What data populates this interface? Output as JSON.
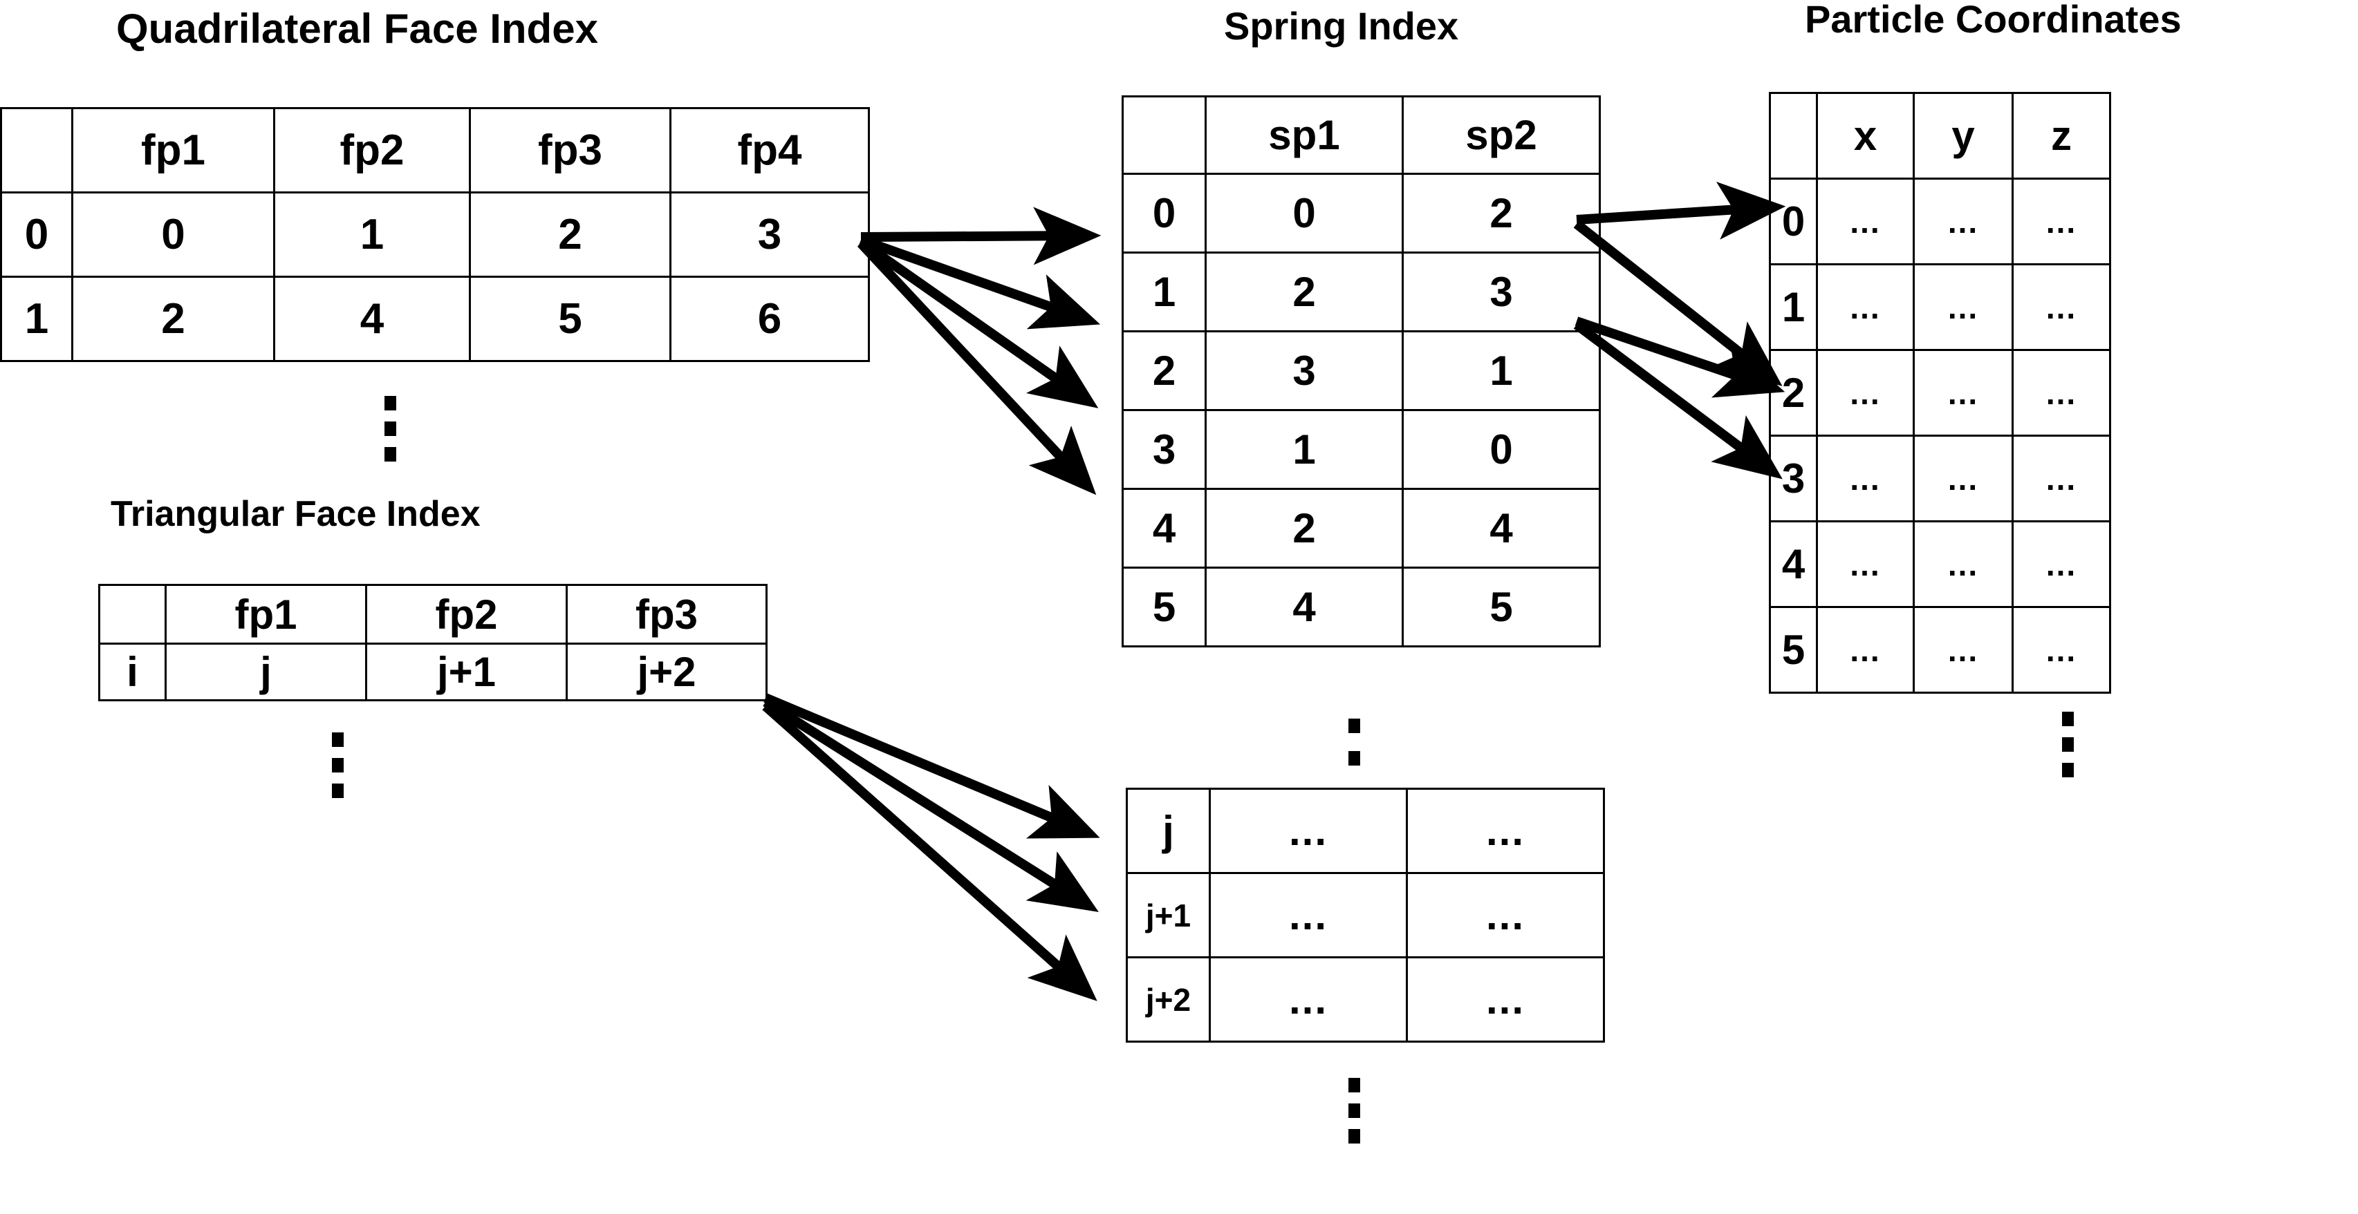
{
  "diagram": {
    "title_quad": "Quadrilateral Face Index",
    "title_tri": "Triangular Face Index",
    "title_spring": "Spring Index",
    "title_particle": "Particle Coordinates",
    "ellipsis_cell": "...",
    "colors": {
      "line": "#000000",
      "background": "#ffffff",
      "text": "#000000"
    }
  },
  "quad_face_index": {
    "title": "Quadrilateral Face Index",
    "corner": "",
    "columns": [
      "fp1",
      "fp2",
      "fp3",
      "fp4"
    ],
    "rows": [
      {
        "index": "0",
        "cells": [
          "0",
          "1",
          "2",
          "3"
        ]
      },
      {
        "index": "1",
        "cells": [
          "2",
          "4",
          "5",
          "6"
        ]
      }
    ],
    "continues": true
  },
  "tri_face_index": {
    "title": "Triangular Face Index",
    "corner": "",
    "columns": [
      "fp1",
      "fp2",
      "fp3"
    ],
    "rows": [
      {
        "index": "i",
        "cells": [
          "j",
          "j+1",
          "j+2"
        ]
      }
    ],
    "continues": true
  },
  "spring_index": {
    "title": "Spring Index",
    "corner": "",
    "columns": [
      "sp1",
      "sp2"
    ],
    "rows": [
      {
        "index": "0",
        "cells": [
          "0",
          "2"
        ]
      },
      {
        "index": "1",
        "cells": [
          "2",
          "3"
        ]
      },
      {
        "index": "2",
        "cells": [
          "3",
          "1"
        ]
      },
      {
        "index": "3",
        "cells": [
          "1",
          "0"
        ]
      },
      {
        "index": "4",
        "cells": [
          "2",
          "4"
        ]
      },
      {
        "index": "5",
        "cells": [
          "4",
          "5"
        ]
      }
    ],
    "continues": true
  },
  "spring_index_lower": {
    "rows": [
      {
        "index": "j",
        "cells": [
          "...",
          "..."
        ]
      },
      {
        "index": "j+1",
        "cells": [
          "...",
          "..."
        ]
      },
      {
        "index": "j+2",
        "cells": [
          "...",
          "..."
        ]
      }
    ],
    "continues_above": true,
    "continues_below": true
  },
  "particle_coordinates": {
    "title": "Particle Coordinates",
    "corner": "",
    "columns": [
      "x",
      "y",
      "z"
    ],
    "rows": [
      {
        "index": "0",
        "cells": [
          "...",
          "...",
          "..."
        ]
      },
      {
        "index": "1",
        "cells": [
          "...",
          "...",
          "..."
        ]
      },
      {
        "index": "2",
        "cells": [
          "...",
          "...",
          "..."
        ]
      },
      {
        "index": "3",
        "cells": [
          "...",
          "...",
          "..."
        ]
      },
      {
        "index": "4",
        "cells": [
          "...",
          "...",
          "..."
        ]
      },
      {
        "index": "5",
        "cells": [
          "...",
          "...",
          "..."
        ]
      }
    ],
    "continues": true
  },
  "connections": [
    {
      "from": "quad-face-row-0",
      "to": "spring-row-0"
    },
    {
      "from": "quad-face-row-0",
      "to": "spring-row-1"
    },
    {
      "from": "quad-face-row-0",
      "to": "spring-row-2"
    },
    {
      "from": "quad-face-row-0",
      "to": "spring-row-3"
    },
    {
      "from": "tri-face-row-i",
      "to": "spring-row-j"
    },
    {
      "from": "tri-face-row-i",
      "to": "spring-row-j-plus-1"
    },
    {
      "from": "tri-face-row-i",
      "to": "spring-row-j-plus-2"
    },
    {
      "from": "spring-row-0",
      "to": "particle-row-0"
    },
    {
      "from": "spring-row-0",
      "to": "particle-row-2"
    },
    {
      "from": "spring-row-1",
      "to": "particle-row-2"
    },
    {
      "from": "spring-row-1",
      "to": "particle-row-3"
    }
  ]
}
